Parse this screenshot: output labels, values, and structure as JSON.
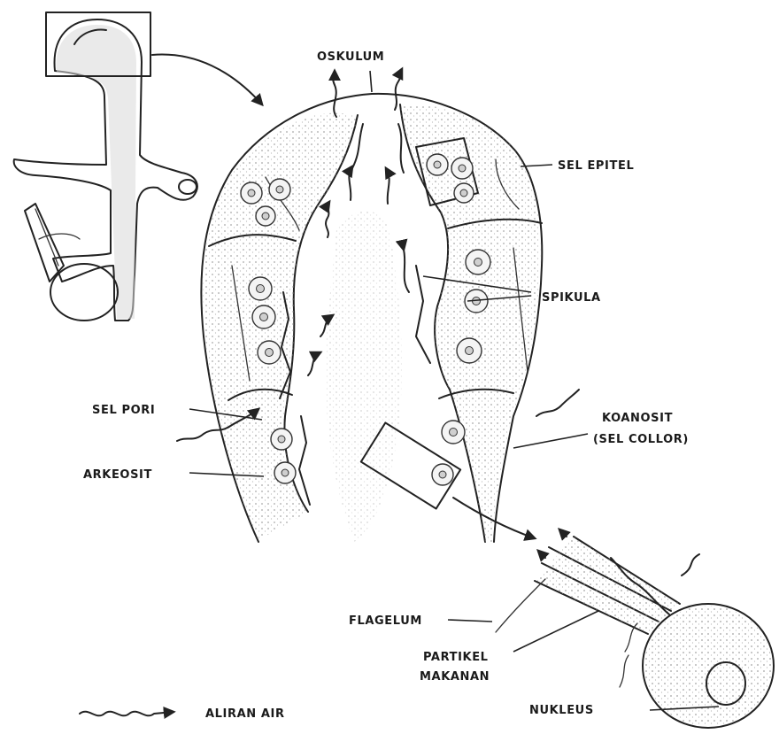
{
  "labels": {
    "oskulum": "OSKULUM",
    "sel_epitel": "SEL EPITEL",
    "spikula": "SPIKULA",
    "sel_pori": "SEL PORI",
    "koanosit_line1": "KOANOSIT",
    "koanosit_line2": "(SEL COLLOR)",
    "arkeosit": "ARKEOSIT",
    "flagelum": "FLAGELUM",
    "partikel_line1": "PARTIKEL",
    "partikel_line2": "MAKANAN",
    "nukleus": "NUKLEUS",
    "aliran_air": "ALIRAN AIR"
  },
  "colors": {
    "ink": "#222222",
    "paper": "#ffffff",
    "stipple": "#d9d9d9"
  }
}
